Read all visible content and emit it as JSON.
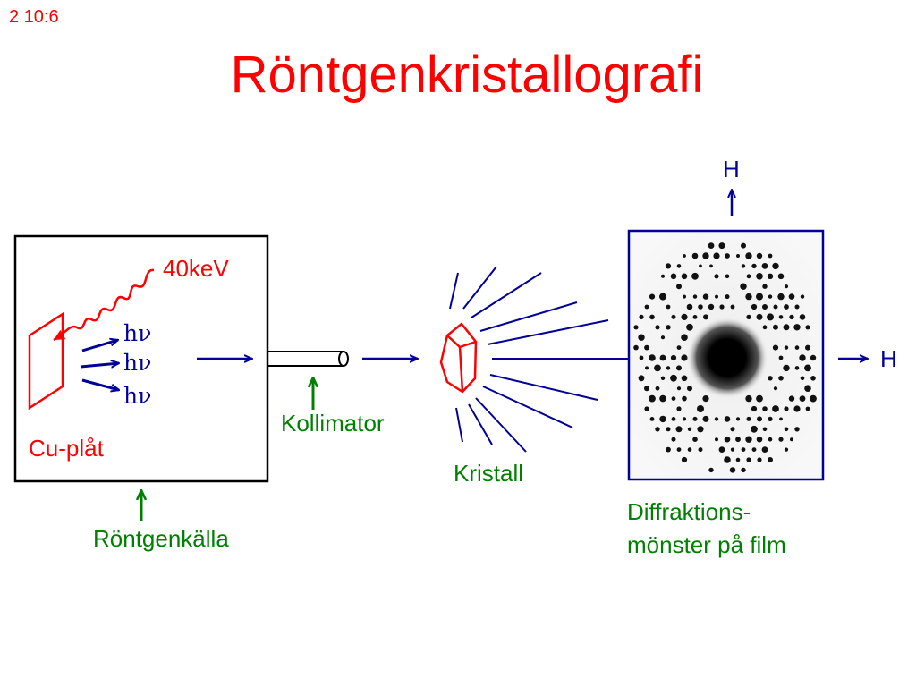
{
  "slide_number": "2 10:6",
  "title": "Röntgenkristallografi",
  "source": {
    "energy_label": "40keV",
    "photon_labels": [
      "hν",
      "hν",
      "hν"
    ],
    "plate_label": "Cu-plåt",
    "caption": "Röntgenkälla"
  },
  "collimator": {
    "caption": "Kollimator"
  },
  "crystal": {
    "caption": "Kristall"
  },
  "film": {
    "caption_line1": "Diffraktions-",
    "caption_line2": "mönster på film",
    "axis_top": "H",
    "axis_right": "H"
  },
  "colors": {
    "red": "#ff0000",
    "blue": "#000099",
    "green": "#008000"
  }
}
